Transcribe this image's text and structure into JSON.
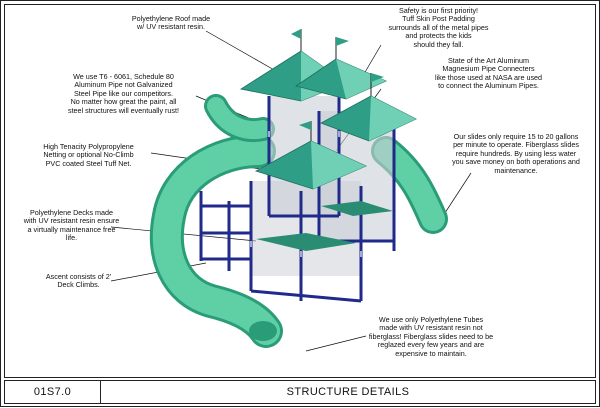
{
  "callouts": {
    "roof": "Polyethylene Roof made\nw/ UV resistant resin.",
    "safety": "Safety is our first priority!\nTuff Skin Post Padding\nsurrounds all of the metal pipes\nand protects the kids\nshould they fall.",
    "aluminum_pipe": "We use T6 - 6061, Schedule 80\nAluminum Pipe not Galvanized\nSteel Pipe like our competitors.\nNo matter how great the paint, all\nsteel structures will eventually rust!",
    "connecters": "State of the Art Aluminum\nMagnesium Pipe Connecters\nlike those used at NASA are used\nto connect the Aluminum Pipes.",
    "netting": "High Tenacity Polypropylene\nNetting or optional No-Climb\nPVC coated Steel Tuff Net.",
    "slides_water": "Our slides only require 15 to 20 gallons\nper minute to operate. Fiberglass slides\nrequire hundreds. By using less water\nyou save money on both operations and\nmaintenance.",
    "decks": "Polyethylene Decks made\nwith UV resistant resin ensure\na virtually maintenance free\nlife.",
    "ascent": "Ascent consists of 2'\nDeck Climbs.",
    "tubes": "We use only Polyethylene Tubes\nmade with UV resistant resin not\nfiberglass! Fiberglass slides need to be\nreglazed every few years and are\nexpensive to maintain."
  },
  "title_block": {
    "sheet_code": "01S7.0",
    "sheet_title": "STRUCTURE DETAILS"
  },
  "colors": {
    "roof": "#2f9e86",
    "roof_light": "#6fd0b6",
    "frame": "#1f2a8a",
    "slide": "#5fcfa6",
    "slide_dark": "#2b9c78",
    "deck": "#2a8c73",
    "net": "#9aa3b0"
  }
}
